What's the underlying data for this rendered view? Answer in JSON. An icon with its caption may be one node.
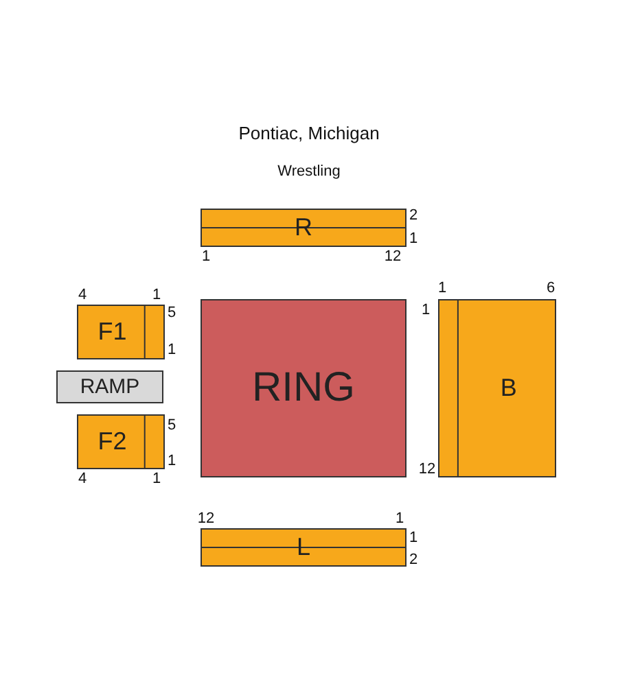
{
  "diagram": {
    "title": "Pontiac, Michigan",
    "nodes": [
      {
        "text": [
          "R"
        ]
      },
      {
        "text": [
          "F1"
        ]
      },
      {
        "text": [
          "RAMP"
        ]
      },
      {
        "text": [
          "F2"
        ]
      },
      {
        "text": [
          "RING"
        ]
      },
      {
        "text": [
          "B"
        ]
      },
      {
        "text": [
          "L"
        ]
      }
    ],
    "labels": [
      "Wrestling",
      "2",
      "1",
      "1",
      "12",
      "4",
      "1",
      "1",
      "6",
      "5",
      "1",
      "1",
      "5",
      "1",
      "12",
      "4",
      "1",
      "12",
      "1",
      "1",
      "2"
    ]
  }
}
